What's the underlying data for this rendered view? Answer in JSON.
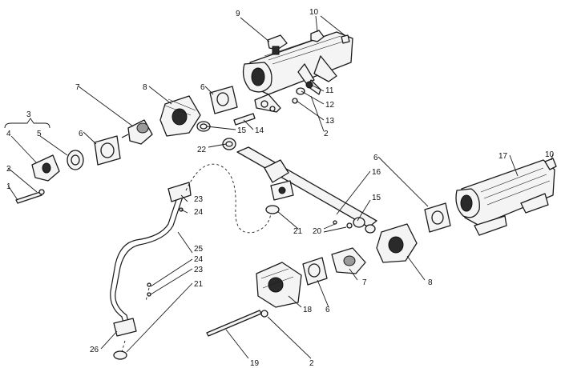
{
  "callouts": [
    {
      "id": "c1",
      "text": "1"
    },
    {
      "id": "c2a",
      "text": "2"
    },
    {
      "id": "c2b",
      "text": "2"
    },
    {
      "id": "c2c",
      "text": "2"
    },
    {
      "id": "c3",
      "text": "3"
    },
    {
      "id": "c4",
      "text": "4"
    },
    {
      "id": "c5",
      "text": "5"
    },
    {
      "id": "c6a",
      "text": "6"
    },
    {
      "id": "c6b",
      "text": "6"
    },
    {
      "id": "c6c",
      "text": "6"
    },
    {
      "id": "c6d",
      "text": "6"
    },
    {
      "id": "c7a",
      "text": "7"
    },
    {
      "id": "c7b",
      "text": "7"
    },
    {
      "id": "c8a",
      "text": "8"
    },
    {
      "id": "c8b",
      "text": "8"
    },
    {
      "id": "c9",
      "text": "9"
    },
    {
      "id": "c10a",
      "text": "10"
    },
    {
      "id": "c10b",
      "text": "10"
    },
    {
      "id": "c11",
      "text": "11"
    },
    {
      "id": "c12",
      "text": "12"
    },
    {
      "id": "c13",
      "text": "13"
    },
    {
      "id": "c14",
      "text": "14"
    },
    {
      "id": "c15a",
      "text": "15"
    },
    {
      "id": "c15b",
      "text": "15"
    },
    {
      "id": "c16",
      "text": "16"
    },
    {
      "id": "c17",
      "text": "17"
    },
    {
      "id": "c18",
      "text": "18"
    },
    {
      "id": "c19",
      "text": "19"
    },
    {
      "id": "c20",
      "text": "20"
    },
    {
      "id": "c21a",
      "text": "21"
    },
    {
      "id": "c21b",
      "text": "21"
    },
    {
      "id": "c22",
      "text": "22"
    },
    {
      "id": "c23a",
      "text": "23"
    },
    {
      "id": "c23b",
      "text": "23"
    },
    {
      "id": "c24a",
      "text": "24"
    },
    {
      "id": "c24b",
      "text": "24"
    },
    {
      "id": "c25",
      "text": "25"
    },
    {
      "id": "c26",
      "text": "26"
    }
  ]
}
